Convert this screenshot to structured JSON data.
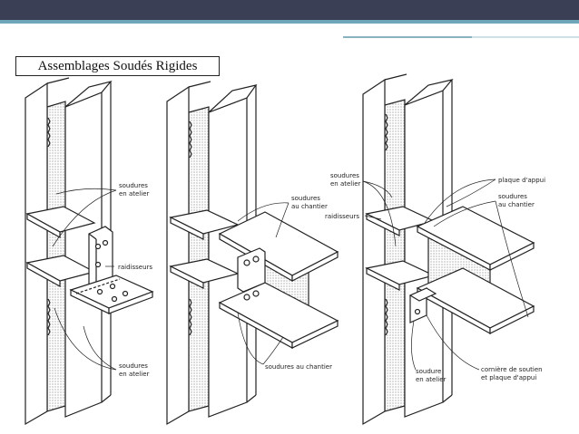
{
  "title": "Assemblages Soudés Rigides",
  "figure1": {
    "label_top_l1": "soudures",
    "label_top_l2": "en atelier",
    "label_mid": "raidisseurs",
    "label_bottom_l1": "soudures",
    "label_bottom_l2": "en atelier"
  },
  "figure2": {
    "label_top_l1": "soudures",
    "label_top_l2": "au chantier",
    "label_bottom": "soudures au chantier"
  },
  "figure3": {
    "label_left1_l1": "soudures",
    "label_left1_l2": "en atelier",
    "label_left2": "raidisseurs",
    "label_right1": "plaque d'appui",
    "label_right2_l1": "soudures",
    "label_right2_l2": "au chantier",
    "label_bottom_left_l1": "soudure",
    "label_bottom_left_l2": "en atelier",
    "label_bottom_right_l1": "cornière de soutien",
    "label_bottom_right_l2": "et plaque d'appui"
  },
  "colors": {
    "topbar": "#3a3f55",
    "accent": "#6fa6b8",
    "ink": "#222222",
    "hatch": "#b8b8b8"
  }
}
